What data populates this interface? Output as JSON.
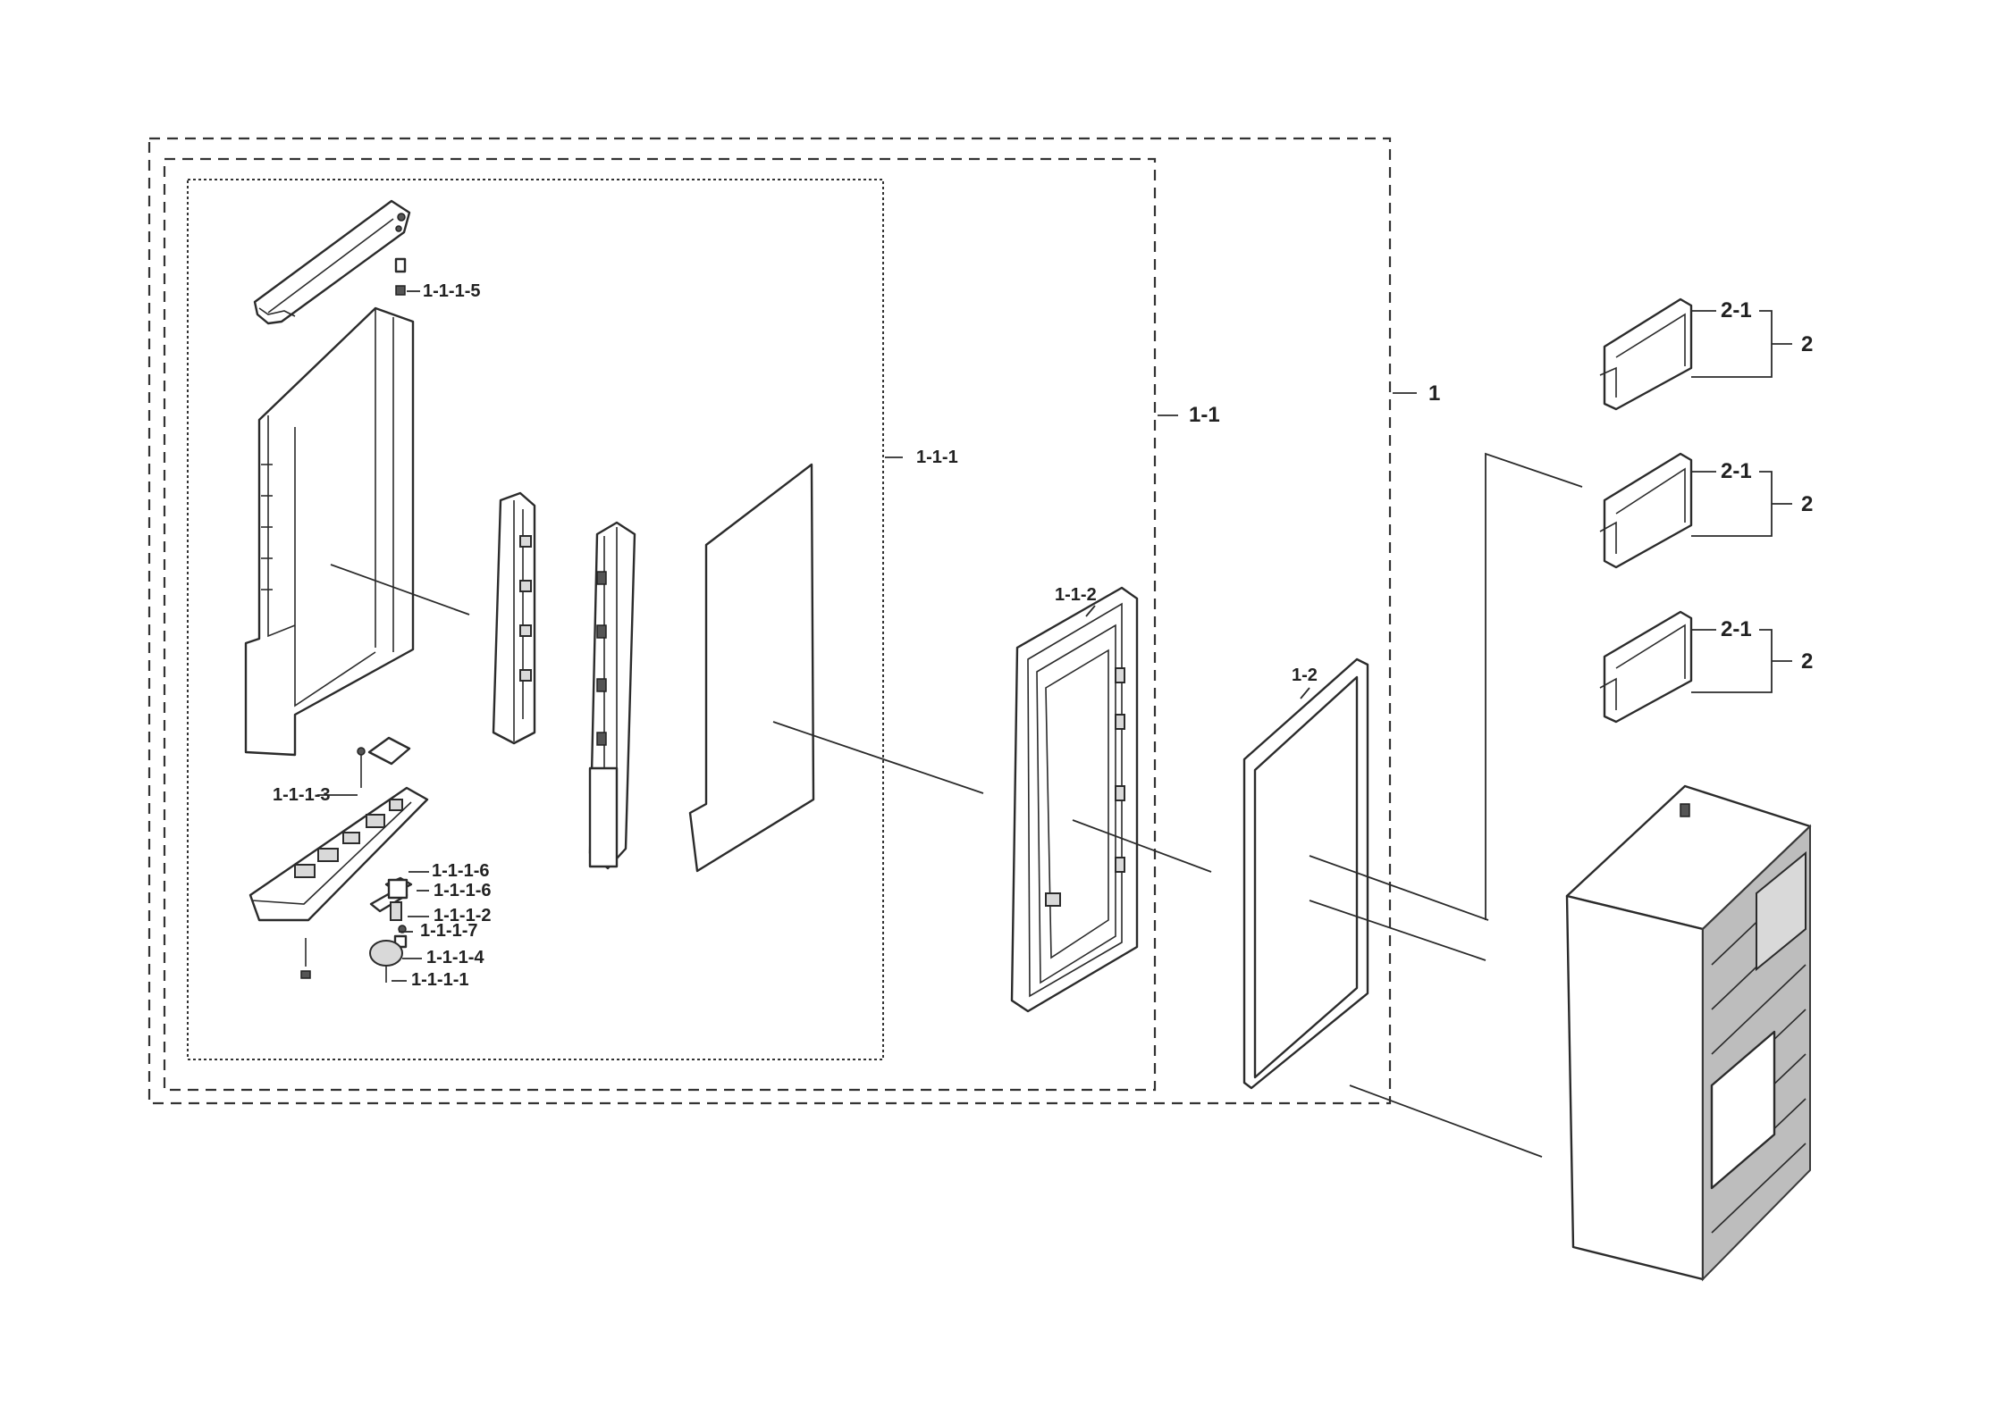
{
  "diagram": {
    "callouts": {
      "assembly": "1",
      "door_assembly": "1-1",
      "door_foam": "1-1-1",
      "door_liner": "1-1-2",
      "gasket": "1-2",
      "bin_part": "2-1",
      "bin_assembly": "2",
      "hinge_cover_screw": "1-1-1-5",
      "cap_spring": "1-1-1-3",
      "lower_part_a": "1-1-1-6",
      "lower_part_b": "1-1-1-6",
      "lower_part_c": "1-1-1-2",
      "lower_part_d": "1-1-1-7",
      "lower_part_e": "1-1-1-4",
      "lower_part_f": "1-1-1-1"
    }
  }
}
